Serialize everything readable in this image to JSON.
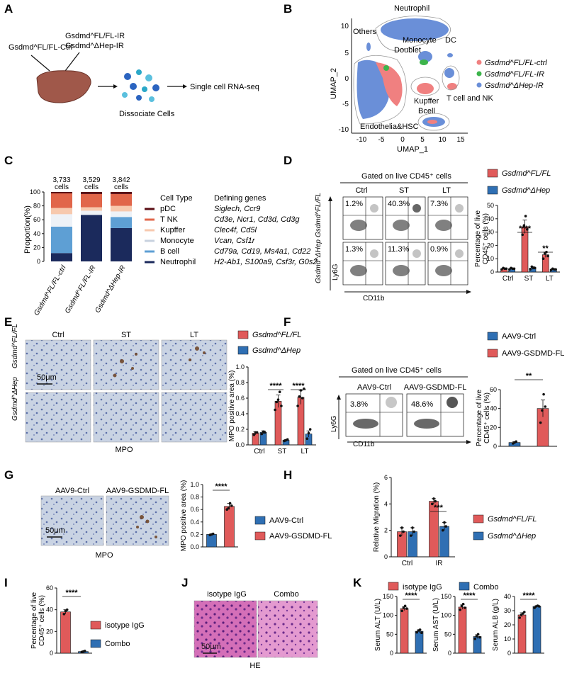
{
  "panels": {
    "A": {
      "label": "A",
      "groups": [
        "Gsdmd^FL/FL-Ctrl",
        "Gsdmd^FL/FL-IR",
        "Gsdmd^ΔHep-IR"
      ],
      "step1": "Dissociate Cells",
      "step2": "Single cell RNA-seq"
    },
    "B": {
      "label": "B",
      "xlabel": "UMAP_1",
      "ylabel": "UMAP_2",
      "xticks": [
        "-10",
        "-5",
        "0",
        "5",
        "10",
        "15"
      ],
      "yticks": [
        "10",
        "5",
        "0",
        "-5",
        "-10"
      ],
      "clusters": [
        "Neutrophil",
        "Others",
        "Monocyte",
        "Doublet",
        "DC",
        "Kupffer",
        "T cell and NK",
        "Bcell",
        "Endothelia&HSC"
      ],
      "legend": [
        {
          "name": "Gsdmd^FL/FL-ctrl",
          "color": "#f08080"
        },
        {
          "name": "Gsdmd^FL/FL-IR",
          "color": "#3cb44b"
        },
        {
          "name": "Gsdmd^ΔHep-IR",
          "color": "#6a8fd8"
        }
      ]
    },
    "C": {
      "label": "C",
      "ylabel": "Proportion(%)",
      "yticks": [
        "0",
        "20",
        "40",
        "60",
        "80",
        "100"
      ],
      "cell_counts": [
        "3,733 cells",
        "3,529 cells",
        "3,842 cells"
      ],
      "categories": [
        "Gsdmd^FL/FL-ctrl",
        "Gsdmd^FL/FL-IR",
        "Gsdmd^ΔHep-IR"
      ],
      "legend_title": "Cell Type",
      "genes_title": "Defining genes",
      "cell_types": [
        {
          "name": "pDC",
          "genes": "Siglech, Ccr9",
          "color": "#5a0d14"
        },
        {
          "name": "T NK",
          "genes": "Cd3e, Ncr1, Cd3d, Cd3g",
          "color": "#e1664a"
        },
        {
          "name": "Kupffer",
          "genes": "Clec4f, Cd5l",
          "color": "#f7c9ae"
        },
        {
          "name": "Monocyte",
          "genes": "Vcan, Csf1r",
          "color": "#eef2f7"
        },
        {
          "name": "B cell",
          "genes": "Cd79a, Cd19, Ms4a1, Cd22",
          "color": "#5e9fd4"
        },
        {
          "name": "Neutrophil",
          "genes": "H2-Ab1, S100a9, Csf3r, G0s2",
          "color": "#1b2a5c"
        }
      ]
    },
    "D": {
      "label": "D",
      "gate": "Gated on live CD45⁺ cells",
      "cols": [
        "Ctrl",
        "ST",
        "LT"
      ],
      "rows": [
        "Gsdmd^FL/FL",
        "Gsdmd^ΔHep"
      ],
      "pcts": [
        [
          "1.2%",
          "40.3%",
          "7.3%"
        ],
        [
          "1.3%",
          "11.3%",
          "0.9%"
        ]
      ],
      "xaxis": "CD11b",
      "yaxis": "Ly6G",
      "legend": [
        {
          "name": "Gsdmd^FL/FL",
          "color": "#e05a5a"
        },
        {
          "name": "Gsdmd^ΔHep",
          "color": "#2f6fb3"
        }
      ],
      "ylabel": "Percentage of live CD45⁺ cells (%)",
      "sig": [
        "****",
        "**"
      ]
    },
    "E": {
      "label": "E",
      "cols": [
        "Ctrl",
        "ST",
        "LT"
      ],
      "rows": [
        "Gsdmd^FL/FL",
        "Gsdmd^ΔHep"
      ],
      "scale": "50μm",
      "stain": "MPO",
      "legend": [
        {
          "name": "Gsdmd^FL/FL",
          "color": "#e05a5a"
        },
        {
          "name": "Gsdmd^ΔHep",
          "color": "#2f6fb3"
        }
      ],
      "ylabel": "MPO positive area (%)",
      "sig": [
        "****",
        "****"
      ]
    },
    "F": {
      "label": "F",
      "gate": "Gated on live CD45⁺ cells",
      "cols": [
        "AAV9-Ctrl",
        "AAV9-GSDMD-FL"
      ],
      "pcts": [
        "3.8%",
        "48.6%"
      ],
      "xaxis": "CD11b",
      "yaxis": "Ly6G",
      "legend": [
        {
          "name": "AAV9-Ctrl",
          "color": "#2f6fb3"
        },
        {
          "name": "AAV9-GSDMD-FL",
          "color": "#e05a5a"
        }
      ],
      "ylabel": "Percentage of live CD45⁺ cells (%)",
      "sig": "**"
    },
    "G": {
      "label": "G",
      "cols": [
        "AAV9-Ctrl",
        "AAV9-GSDMD-FL"
      ],
      "scale": "50μm",
      "stain": "MPO",
      "ylabel": "MPO positive area (%)",
      "legend": [
        {
          "name": "AAV9-Ctrl",
          "color": "#2f6fb3"
        },
        {
          "name": "AAV9-GSDMD-FL",
          "color": "#e05a5a"
        }
      ],
      "sig": "****"
    },
    "H": {
      "label": "H",
      "ylabel": "Relative Migration (%)",
      "legend": [
        {
          "name": "Gsdmd^FL/FL",
          "color": "#e05a5a"
        },
        {
          "name": "Gsdmd^ΔHep",
          "color": "#2f6fb3"
        }
      ],
      "sig": "***"
    },
    "I": {
      "label": "I",
      "ylabel": "Percentage of live CD45⁺ cells (%)",
      "legend": [
        {
          "name": "isotype IgG",
          "color": "#e05a5a"
        },
        {
          "name": "Combo",
          "color": "#2f6fb3"
        }
      ],
      "sig": "****"
    },
    "J": {
      "label": "J",
      "cols": [
        "isotype IgG",
        "Combo"
      ],
      "scale": "50μm",
      "stain": "HE"
    },
    "K": {
      "label": "K",
      "legend": [
        {
          "name": "isotype IgG",
          "color": "#e05a5a"
        },
        {
          "name": "Combo",
          "color": "#2f6fb3"
        }
      ],
      "sig": "****"
    }
  },
  "chart_data": [
    {
      "id": "C",
      "type": "bar",
      "stacked": true,
      "categories": [
        "Gsdmd^FL/FL-ctrl",
        "Gsdmd^FL/FL-IR",
        "Gsdmd^ΔHep-IR"
      ],
      "ylabel": "Proportion(%)",
      "ylim": [
        0,
        100
      ],
      "series": [
        {
          "name": "Neutrophil",
          "values": [
            12,
            67,
            48
          ]
        },
        {
          "name": "B cell",
          "values": [
            38,
            0,
            16
          ]
        },
        {
          "name": "Monocyte",
          "values": [
            18,
            6,
            8
          ]
        },
        {
          "name": "Kupffer",
          "values": [
            9,
            5,
            8
          ]
        },
        {
          "name": "T NK",
          "values": [
            21,
            19,
            17
          ]
        },
        {
          "name": "pDC",
          "values": [
            2,
            3,
            3
          ]
        }
      ]
    },
    {
      "id": "D",
      "type": "bar",
      "categories": [
        "Ctrl",
        "ST",
        "LT"
      ],
      "ylabel": "Percentage of live CD45⁺ cells (%)",
      "ylim": [
        0,
        50
      ],
      "yticks": [
        0,
        10,
        20,
        30,
        40,
        50
      ],
      "series": [
        {
          "name": "Gsdmd^FL/FL",
          "values": [
            2.5,
            34,
            13
          ],
          "err": [
            0.5,
            5,
            2
          ],
          "points": [
            [
              2,
              3,
              2.5,
              2.5
            ],
            [
              28,
              35,
              42,
              32
            ],
            [
              10,
              14,
              15,
              12
            ]
          ]
        },
        {
          "name": "Gsdmd^ΔHep",
          "values": [
            2.5,
            3,
            2
          ],
          "err": [
            0.5,
            1,
            0.5
          ],
          "points": [
            [
              2,
              3,
              2.5,
              2.5
            ],
            [
              2,
              4,
              3,
              3
            ],
            [
              1.5,
              2.5,
              2,
              2
            ]
          ]
        }
      ]
    },
    {
      "id": "E",
      "type": "bar",
      "categories": [
        "Ctrl",
        "ST",
        "LT"
      ],
      "ylabel": "MPO positive area (%)",
      "ylim": [
        0,
        1.0
      ],
      "yticks": [
        0.0,
        0.2,
        0.4,
        0.6,
        0.8,
        1.0
      ],
      "series": [
        {
          "name": "Gsdmd^FL/FL",
          "values": [
            0.15,
            0.56,
            0.61
          ],
          "err": [
            0.02,
            0.08,
            0.09
          ],
          "points": [
            [
              0.13,
              0.16,
              0.16
            ],
            [
              0.45,
              0.55,
              0.58,
              0.68,
              0.5
            ],
            [
              0.5,
              0.62,
              0.7,
              0.6,
              0.72
            ]
          ]
        },
        {
          "name": "Gsdmd^ΔHep",
          "values": [
            0.16,
            0.06,
            0.14
          ],
          "err": [
            0.02,
            0.01,
            0.04
          ],
          "points": [
            [
              0.14,
              0.17,
              0.16
            ],
            [
              0.05,
              0.06,
              0.07
            ],
            [
              0.08,
              0.15,
              0.2
            ]
          ]
        }
      ]
    },
    {
      "id": "F",
      "type": "bar",
      "categories": [
        "AAV9-Ctrl",
        "AAV9-GSDMD-FL"
      ],
      "ylabel": "Percentage of live CD45⁺ cells (%)",
      "ylim": [
        0,
        60
      ],
      "yticks": [
        0,
        20,
        40,
        60
      ],
      "series": [
        {
          "name": "value",
          "values": [
            4,
            40
          ],
          "err": [
            1,
            9
          ],
          "points": [
            [
              3,
              4,
              5
            ],
            [
              25,
              38,
              55,
              42
            ]
          ]
        }
      ]
    },
    {
      "id": "G",
      "type": "bar",
      "categories": [
        "AAV9-Ctrl",
        "AAV9-GSDMD-FL"
      ],
      "ylabel": "MPO positive area (%)",
      "ylim": [
        0,
        1.0
      ],
      "yticks": [
        0.0,
        0.2,
        0.4,
        0.6,
        0.8,
        1.0
      ],
      "series": [
        {
          "name": "value",
          "values": [
            0.2,
            0.65
          ],
          "err": [
            0.01,
            0.05
          ],
          "points": [
            [
              0.19,
              0.2,
              0.21
            ],
            [
              0.6,
              0.62,
              0.7,
              0.66
            ]
          ]
        }
      ]
    },
    {
      "id": "H",
      "type": "bar",
      "categories": [
        "Ctrl",
        "IR"
      ],
      "ylabel": "Relative Migration (%)",
      "ylim": [
        0,
        6
      ],
      "yticks": [
        0,
        2,
        4,
        6
      ],
      "series": [
        {
          "name": "Gsdmd^FL/FL",
          "values": [
            1.9,
            4.2
          ],
          "err": [
            0.3,
            0.2
          ],
          "points": [
            [
              1.6,
              2.2,
              1.9
            ],
            [
              4.0,
              4.4,
              4.2
            ]
          ]
        },
        {
          "name": "Gsdmd^ΔHep",
          "values": [
            1.9,
            2.3
          ],
          "err": [
            0.3,
            0.3
          ],
          "points": [
            [
              1.6,
              2.2,
              1.9
            ],
            [
              2.0,
              2.6,
              2.3
            ]
          ]
        }
      ]
    },
    {
      "id": "I",
      "type": "bar",
      "categories": [
        "isotype IgG",
        "Combo"
      ],
      "ylabel": "Percentage of live CD45⁺ cells (%)",
      "ylim": [
        0,
        60
      ],
      "yticks": [
        0,
        20,
        40,
        60
      ],
      "series": [
        {
          "name": "value",
          "values": [
            38,
            1.5
          ],
          "err": [
            2,
            0.5
          ],
          "points": [
            [
              36,
              39,
              40
            ],
            [
              1,
              1.5,
              2
            ]
          ]
        }
      ]
    },
    {
      "id": "K1",
      "type": "bar",
      "categories": [
        "isotype IgG",
        "Combo"
      ],
      "ylabel": "Serum ALT (U/L)",
      "ylim": [
        0,
        150
      ],
      "yticks": [
        0,
        50,
        100,
        150
      ],
      "series": [
        {
          "name": "value",
          "values": [
            118,
            58
          ],
          "err": [
            5,
            4
          ],
          "points": [
            [
              112,
              120,
              125,
              118
            ],
            [
              55,
              60,
              62,
              54
            ]
          ]
        }
      ]
    },
    {
      "id": "K2",
      "type": "bar",
      "categories": [
        "isotype IgG",
        "Combo"
      ],
      "ylabel": "Serum AST (U/L)",
      "ylim": [
        0,
        150
      ],
      "yticks": [
        0,
        50,
        100,
        150
      ],
      "series": [
        {
          "name": "value",
          "values": [
            122,
            44
          ],
          "err": [
            6,
            5
          ],
          "points": [
            [
              115,
              125,
              130,
              120
            ],
            [
              38,
              45,
              50,
              42
            ]
          ]
        }
      ]
    },
    {
      "id": "K3",
      "type": "bar",
      "categories": [
        "isotype IgG",
        "Combo"
      ],
      "ylabel": "Serum ALB (g/L)",
      "ylim": [
        0,
        40
      ],
      "yticks": [
        0,
        10,
        20,
        30,
        40
      ],
      "series": [
        {
          "name": "value",
          "values": [
            27,
            33
          ],
          "err": [
            1.5,
            0.5
          ],
          "points": [
            [
              25,
              27,
              28,
              29
            ],
            [
              32,
              33,
              33.5,
              33
            ]
          ]
        }
      ]
    }
  ]
}
